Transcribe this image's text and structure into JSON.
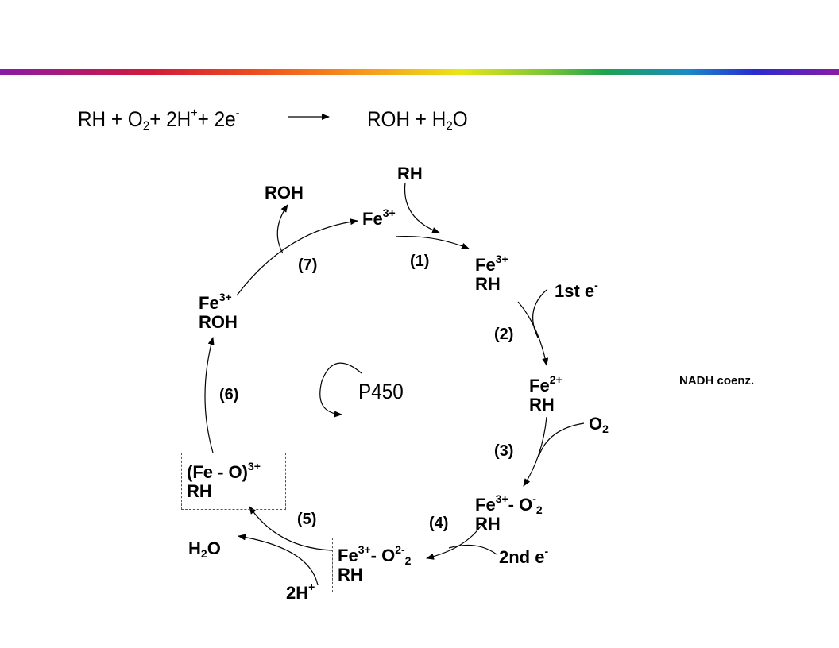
{
  "equation": {
    "lhs_rh": "RH + O",
    "lhs_o_sub": "2",
    "lhs_plus_h": "+ 2H",
    "lhs_h_sup": "+",
    "lhs_plus_e": "+ 2e",
    "lhs_e_sup": "-",
    "rhs_roh": "ROH + H",
    "rhs_h_sub": "2",
    "rhs_o": "O"
  },
  "cycle": {
    "top_fe": "Fe",
    "top_fe_charge": "3+",
    "roh_out": "ROH",
    "rh_in": "RH",
    "s1_fe": "Fe",
    "s1_charge": "3+",
    "s1_rh": "RH",
    "e1": "1st e",
    "e1_sup": "-",
    "s2_fe": "Fe",
    "s2_charge": "2+",
    "s2_rh": "RH",
    "o2": "O",
    "o2_sub": "2",
    "s3_fe": "Fe",
    "s3_charge": "3+",
    "s3_o": "- O",
    "s3_sup": "-",
    "s3_sub": "2",
    "s3_rh": "RH",
    "e2": "2nd e",
    "e2_sup": "-",
    "s4_fe": "Fe",
    "s4_charge": "3+",
    "s4_o": "- O",
    "s4_sup": "2-",
    "s4_sub": "2",
    "s4_rh": "RH",
    "h_in": "2H",
    "h_sup": "+",
    "h2o": "H",
    "h2o_sub": "2",
    "h2o_o": "O",
    "s5_feo": "(Fe - O)",
    "s5_charge": "3+",
    "s5_rh": "RH",
    "s6_fe": "Fe",
    "s6_charge": "3+",
    "s6_roh": "ROH",
    "steps": [
      "(1)",
      "(2)",
      "(3)",
      "(4)",
      "(5)",
      "(6)",
      "(7)"
    ],
    "center_label": "P450"
  },
  "note": "NADH coenz."
}
